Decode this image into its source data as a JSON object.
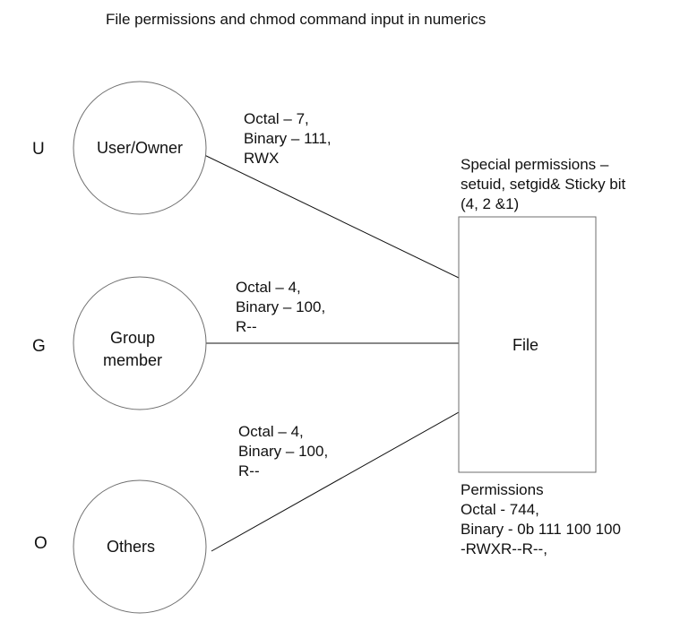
{
  "title": "File permissions and chmod command input in numerics",
  "nodes": {
    "user": {
      "letter": "U",
      "label": [
        "User/Owner"
      ]
    },
    "group": {
      "letter": "G",
      "label": [
        "Group",
        "member"
      ]
    },
    "others": {
      "letter": "O",
      "label": [
        "Others"
      ]
    },
    "file": {
      "label": "File",
      "special_note": [
        "Special permissions –",
        "setuid, setgid& Sticky bit",
        "(4, 2 &1)"
      ],
      "permissions_note": [
        "Permissions",
        "Octal - 744,",
        "Binary - 0b 111 100 100",
        "-RWXR--R--,"
      ]
    }
  },
  "edges": [
    {
      "from": "user",
      "to": "file",
      "label": [
        "Octal – 7,",
        "Binary – 111,",
        "RWX"
      ]
    },
    {
      "from": "group",
      "to": "file",
      "label": [
        "Octal – 4,",
        "Binary – 100,",
        "R--"
      ]
    },
    {
      "from": "others",
      "to": "file",
      "label": [
        "Octal – 4,",
        "Binary – 100,",
        "R--"
      ]
    }
  ]
}
